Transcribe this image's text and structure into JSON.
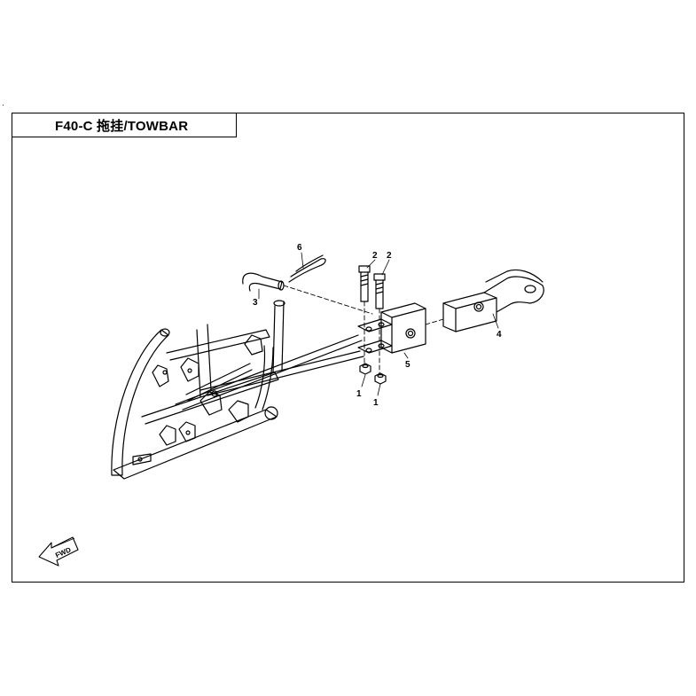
{
  "title": "F40-C 拖挂/TOWBAR",
  "corner_mark": "·",
  "fwd_label": "FWD",
  "callouts": {
    "c1a": "1",
    "c1b": "1",
    "c2a": "2",
    "c2b": "2",
    "c3": "3",
    "c4": "4",
    "c5": "5",
    "c6": "6"
  }
}
